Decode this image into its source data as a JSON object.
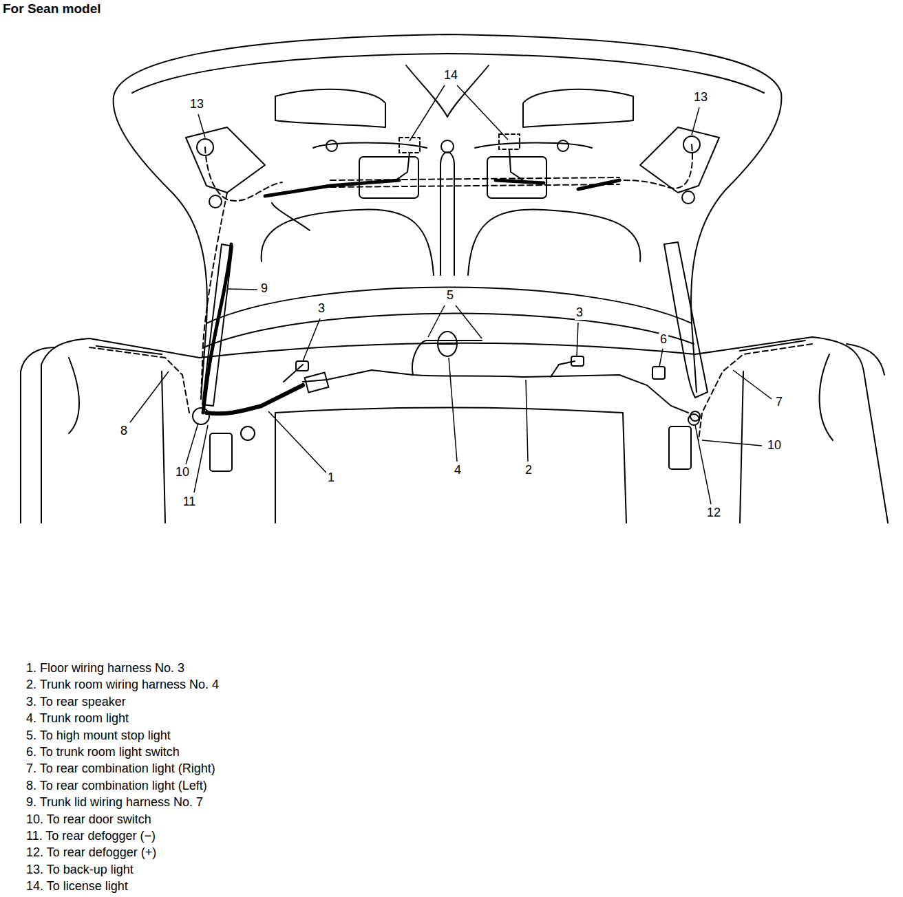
{
  "diagram": {
    "title": "For Sean model",
    "labels": [
      "14",
      "13",
      "13",
      "9",
      "3",
      "5",
      "3",
      "6",
      "7",
      "8",
      "10",
      "10",
      "1",
      "4",
      "2",
      "11",
      "12",
      "1. Floor wiring harness No. 3",
      "2. Trunk room wiring harness No. 4",
      "3. To rear speaker",
      "4. Trunk room light",
      "5. To high mount stop light",
      "6. To trunk room light switch",
      "7. To rear combination light (Right)",
      "8. To rear combination light (Left)",
      "9. Trunk lid wiring harness No. 7",
      "10. To rear door switch",
      "11. To rear defogger (−)",
      "12. To rear defogger (+)",
      "13. To back-up light",
      "14. To license light"
    ]
  }
}
